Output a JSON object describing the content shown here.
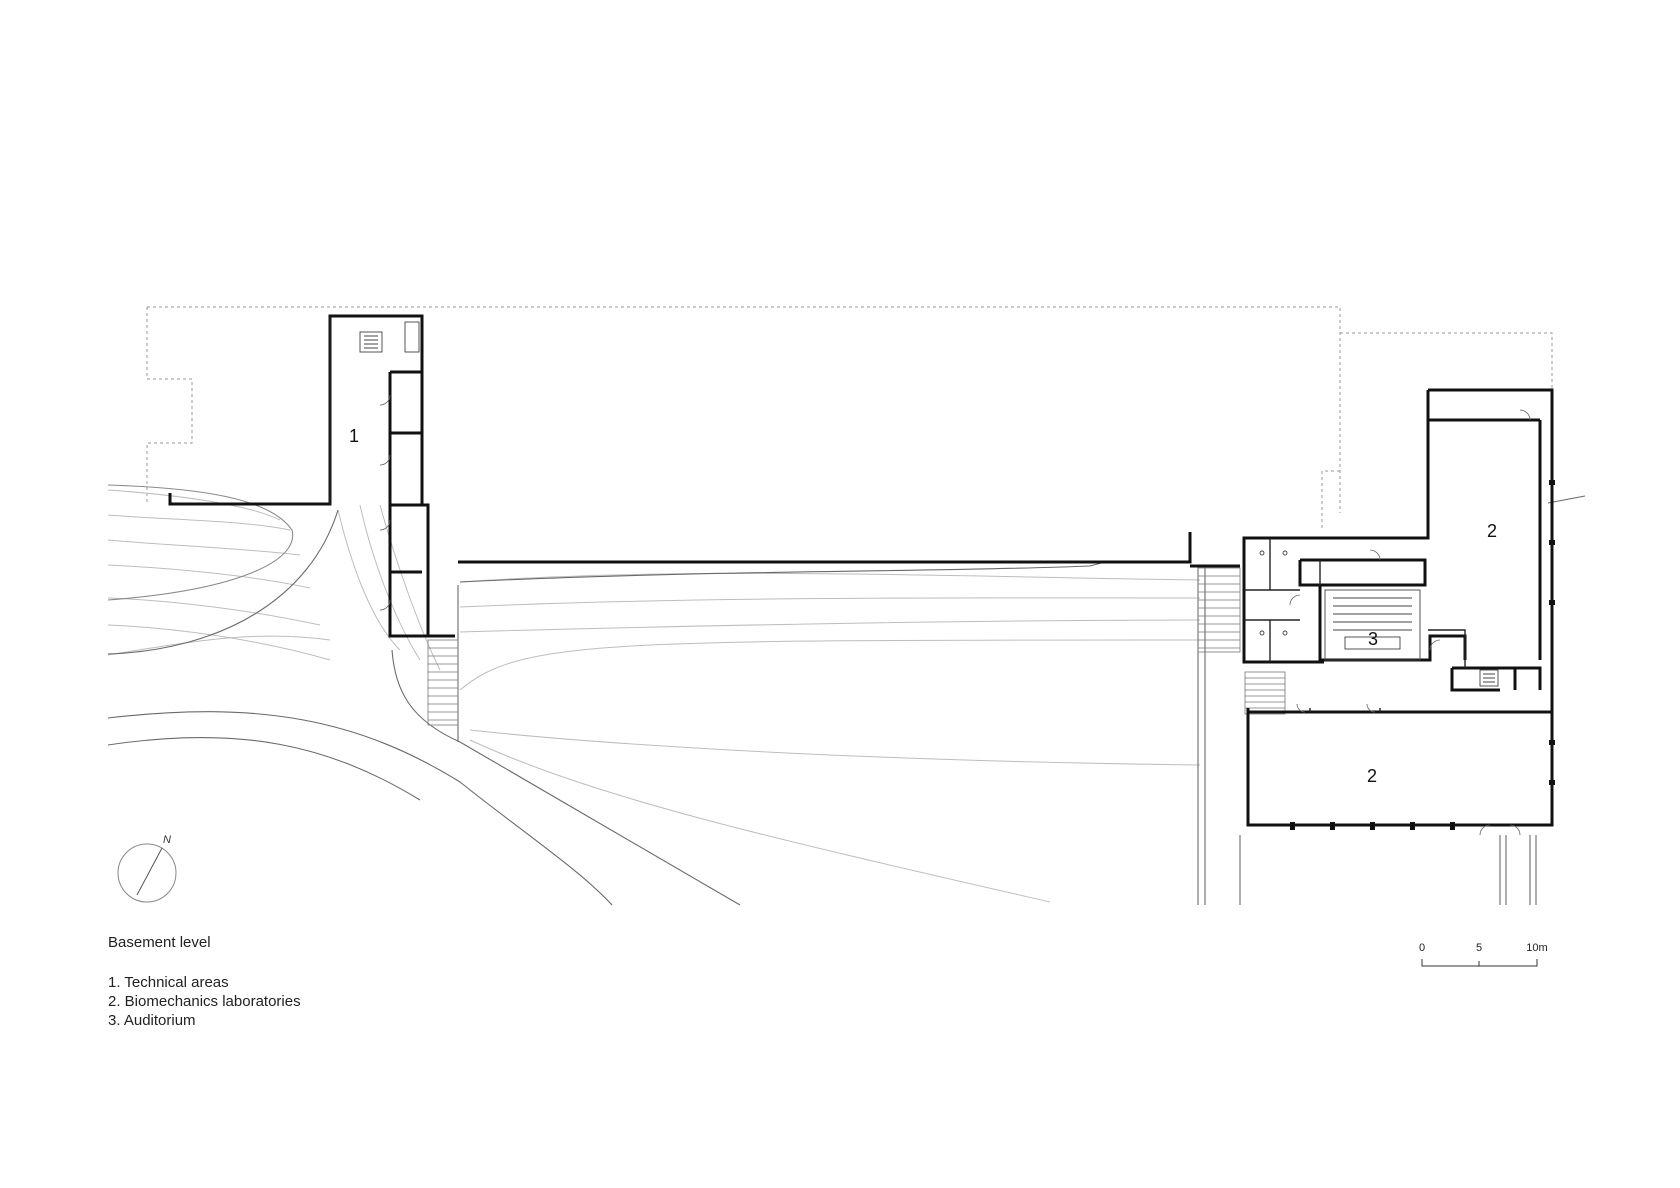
{
  "drawing": {
    "title": "Basement level",
    "legend": [
      "1. Technical areas",
      "2. Biomechanics laboratories",
      "3. Auditorium"
    ],
    "room_labels": [
      "1",
      "2",
      "2",
      "3"
    ],
    "north_label": "N",
    "scale_labels": [
      "0",
      "5",
      "10m"
    ]
  },
  "colors": {
    "wall": "#111111",
    "thin_line": "#555555",
    "terrain": "#b5b5b5",
    "dashed": "#999999"
  }
}
